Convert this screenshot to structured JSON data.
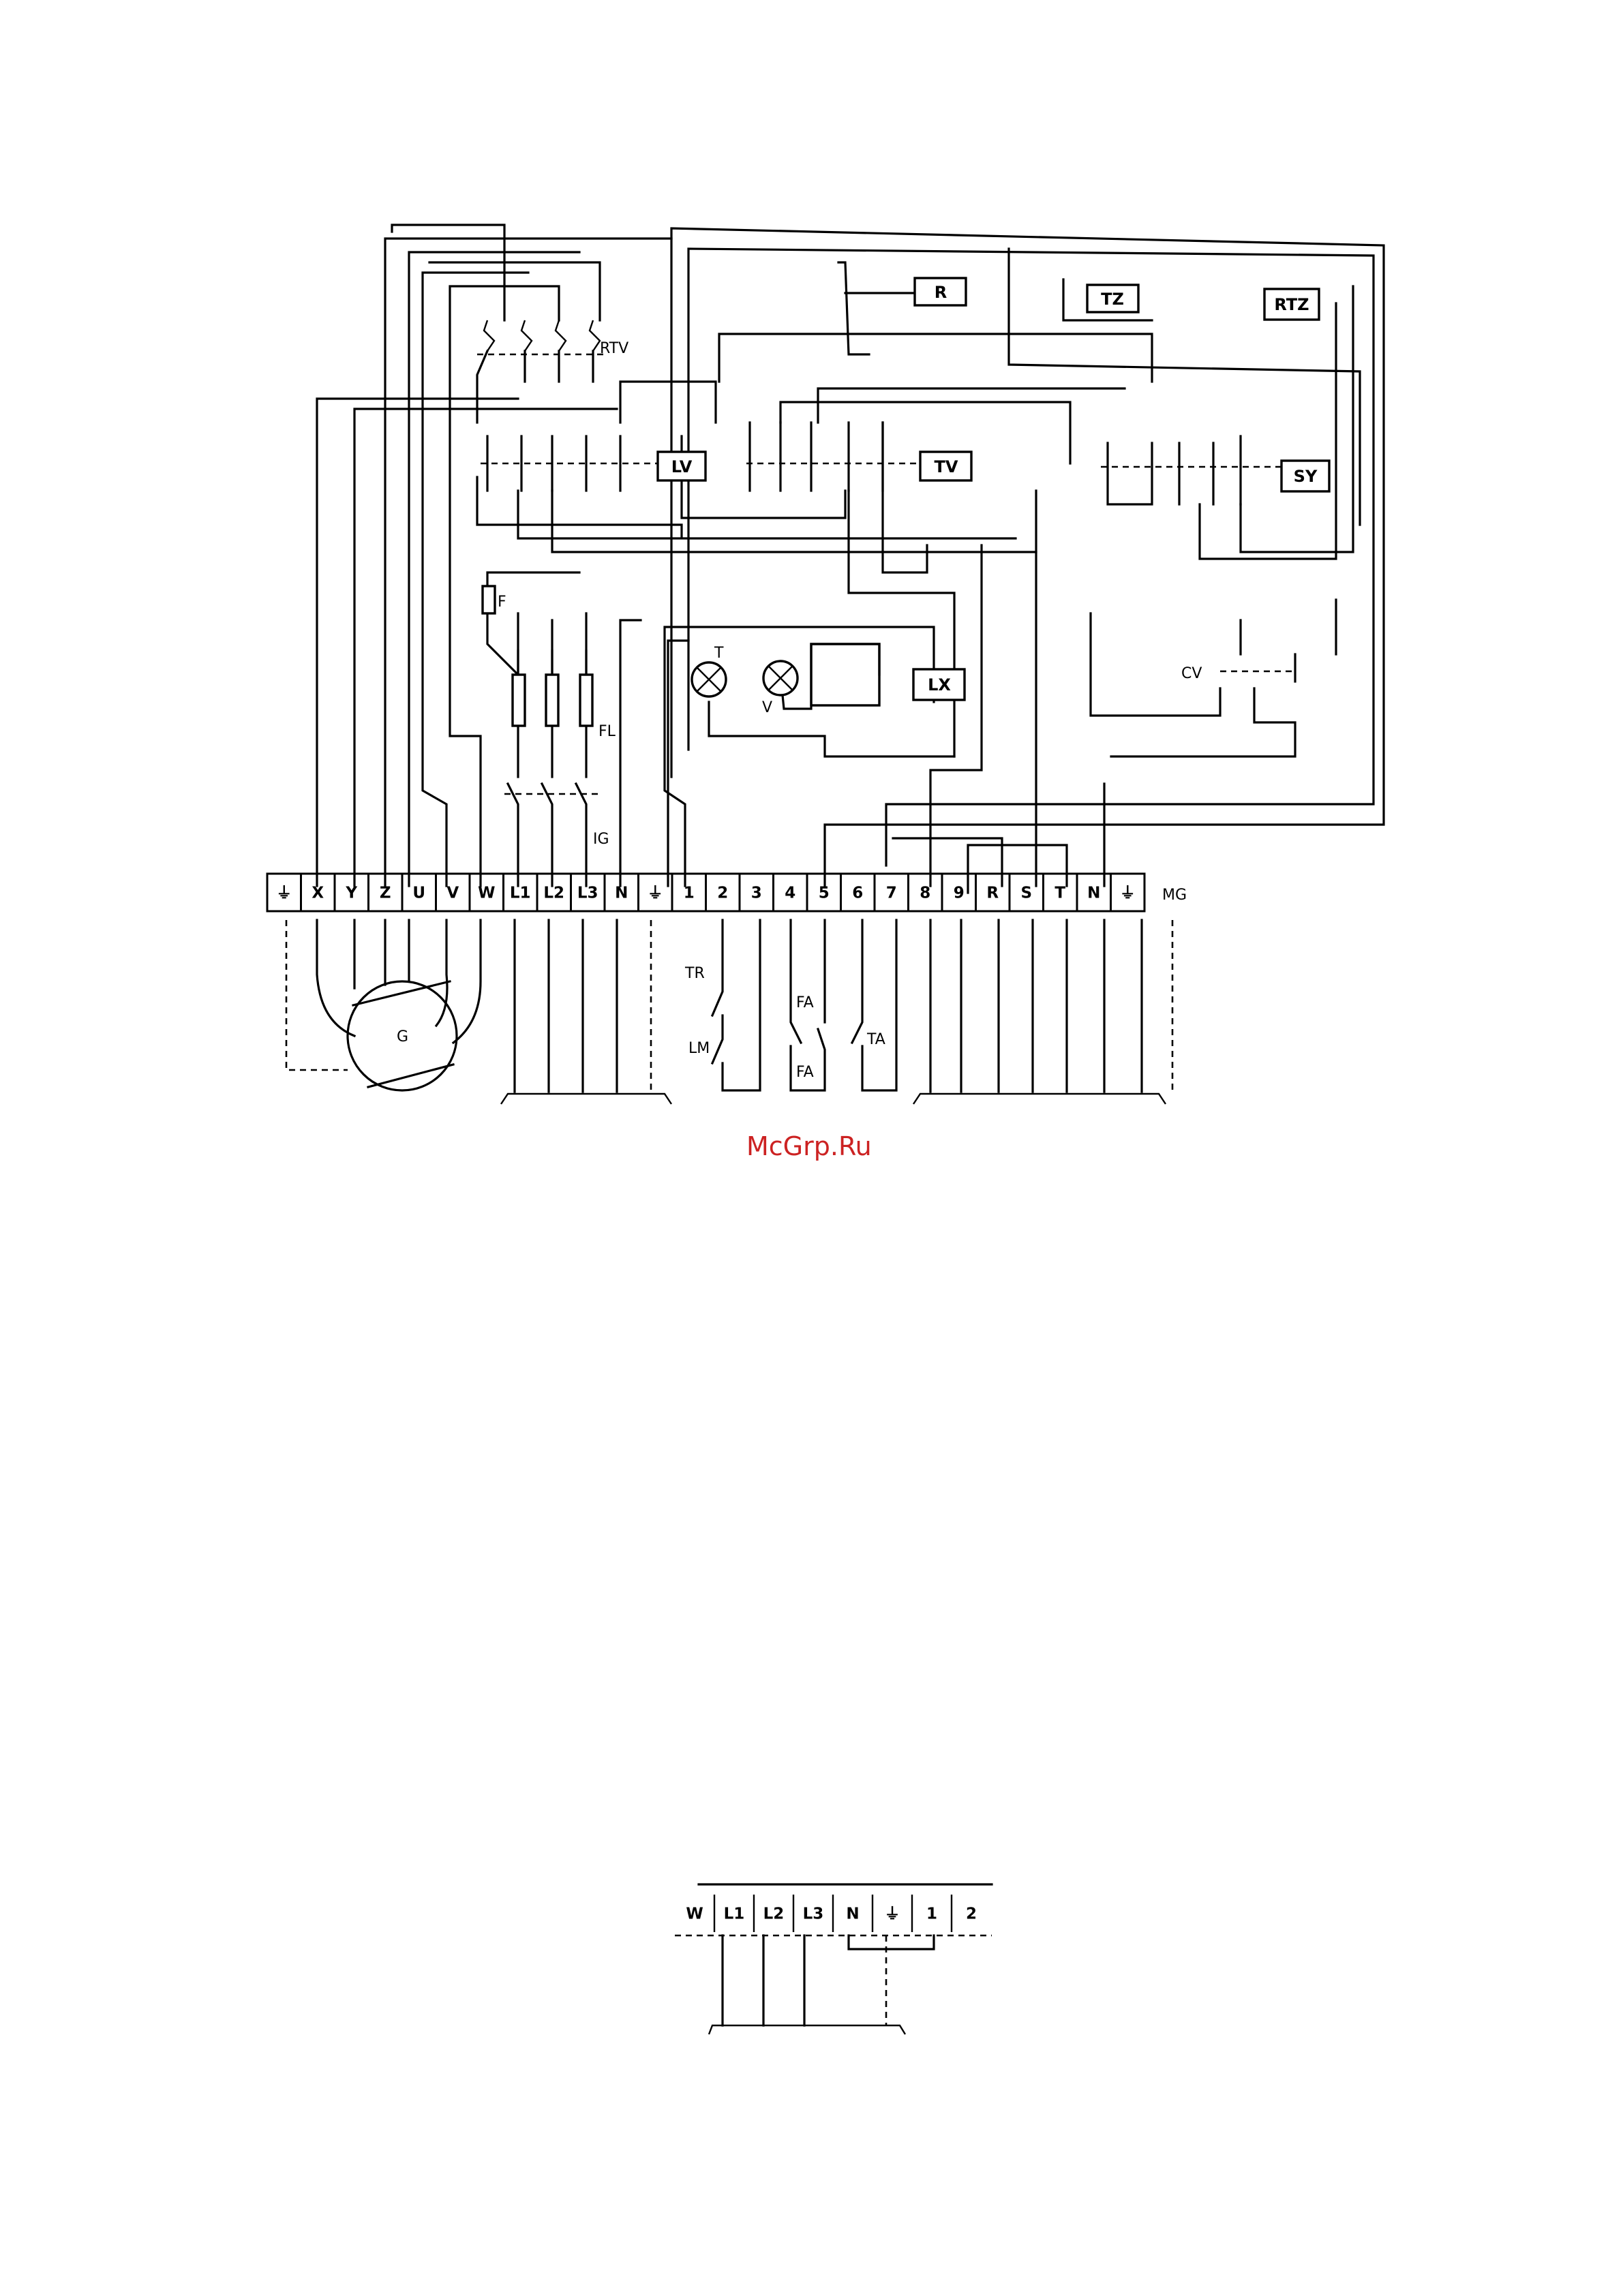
{
  "watermark": "McGrp.Ru",
  "strip1": {
    "label": "MG",
    "terminals": [
      "⏚",
      "X",
      "Y",
      "Z",
      "U",
      "V",
      "W",
      "L1",
      "L2",
      "L3",
      "N",
      "⏚",
      "1",
      "2",
      "3",
      "4",
      "5",
      "6",
      "7",
      "8",
      "9",
      "R",
      "S",
      "T",
      "N",
      "⏚"
    ]
  },
  "strip2": {
    "terminals": [
      "W",
      "L1",
      "L2",
      "L3",
      "N",
      "⏚",
      "1",
      "2"
    ]
  },
  "components": {
    "rtv": "RTV",
    "lv": "LV",
    "tv": "TV",
    "r": "R",
    "tz": "TZ",
    "rtz": "RTZ",
    "sy": "SY",
    "lx": "LX",
    "f": "F",
    "fl": "FL",
    "ig": "IG",
    "cv": "CV",
    "lamp_t": "T",
    "lamp_v": "V",
    "generator": "G",
    "tr": "TR",
    "lm": "LM",
    "fa_top": "FA",
    "fa_bottom": "FA",
    "ta": "TA"
  }
}
